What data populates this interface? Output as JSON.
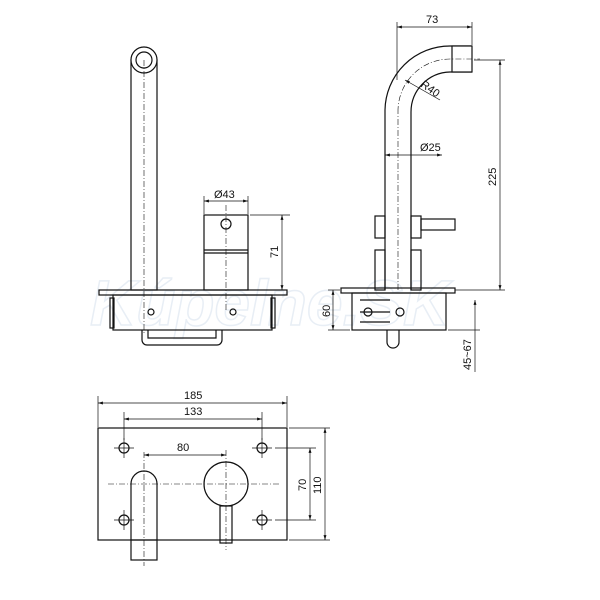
{
  "watermark": "Kúpelne.SK",
  "dimensions": {
    "front_mixer_diameter": "Ø43",
    "front_mixer_height": "71",
    "side_spout_reach": "73",
    "side_bend_radius": "R40",
    "side_tube_diameter": "Ø25",
    "side_height": "225",
    "side_box_depth": "60",
    "side_adjust_range": "45~67",
    "plan_plate_width": "185",
    "plan_hole_spacing_h": "133",
    "plan_spout_lever_spacing": "80",
    "plan_hole_spacing_v": "70",
    "plan_plate_height": "110"
  }
}
